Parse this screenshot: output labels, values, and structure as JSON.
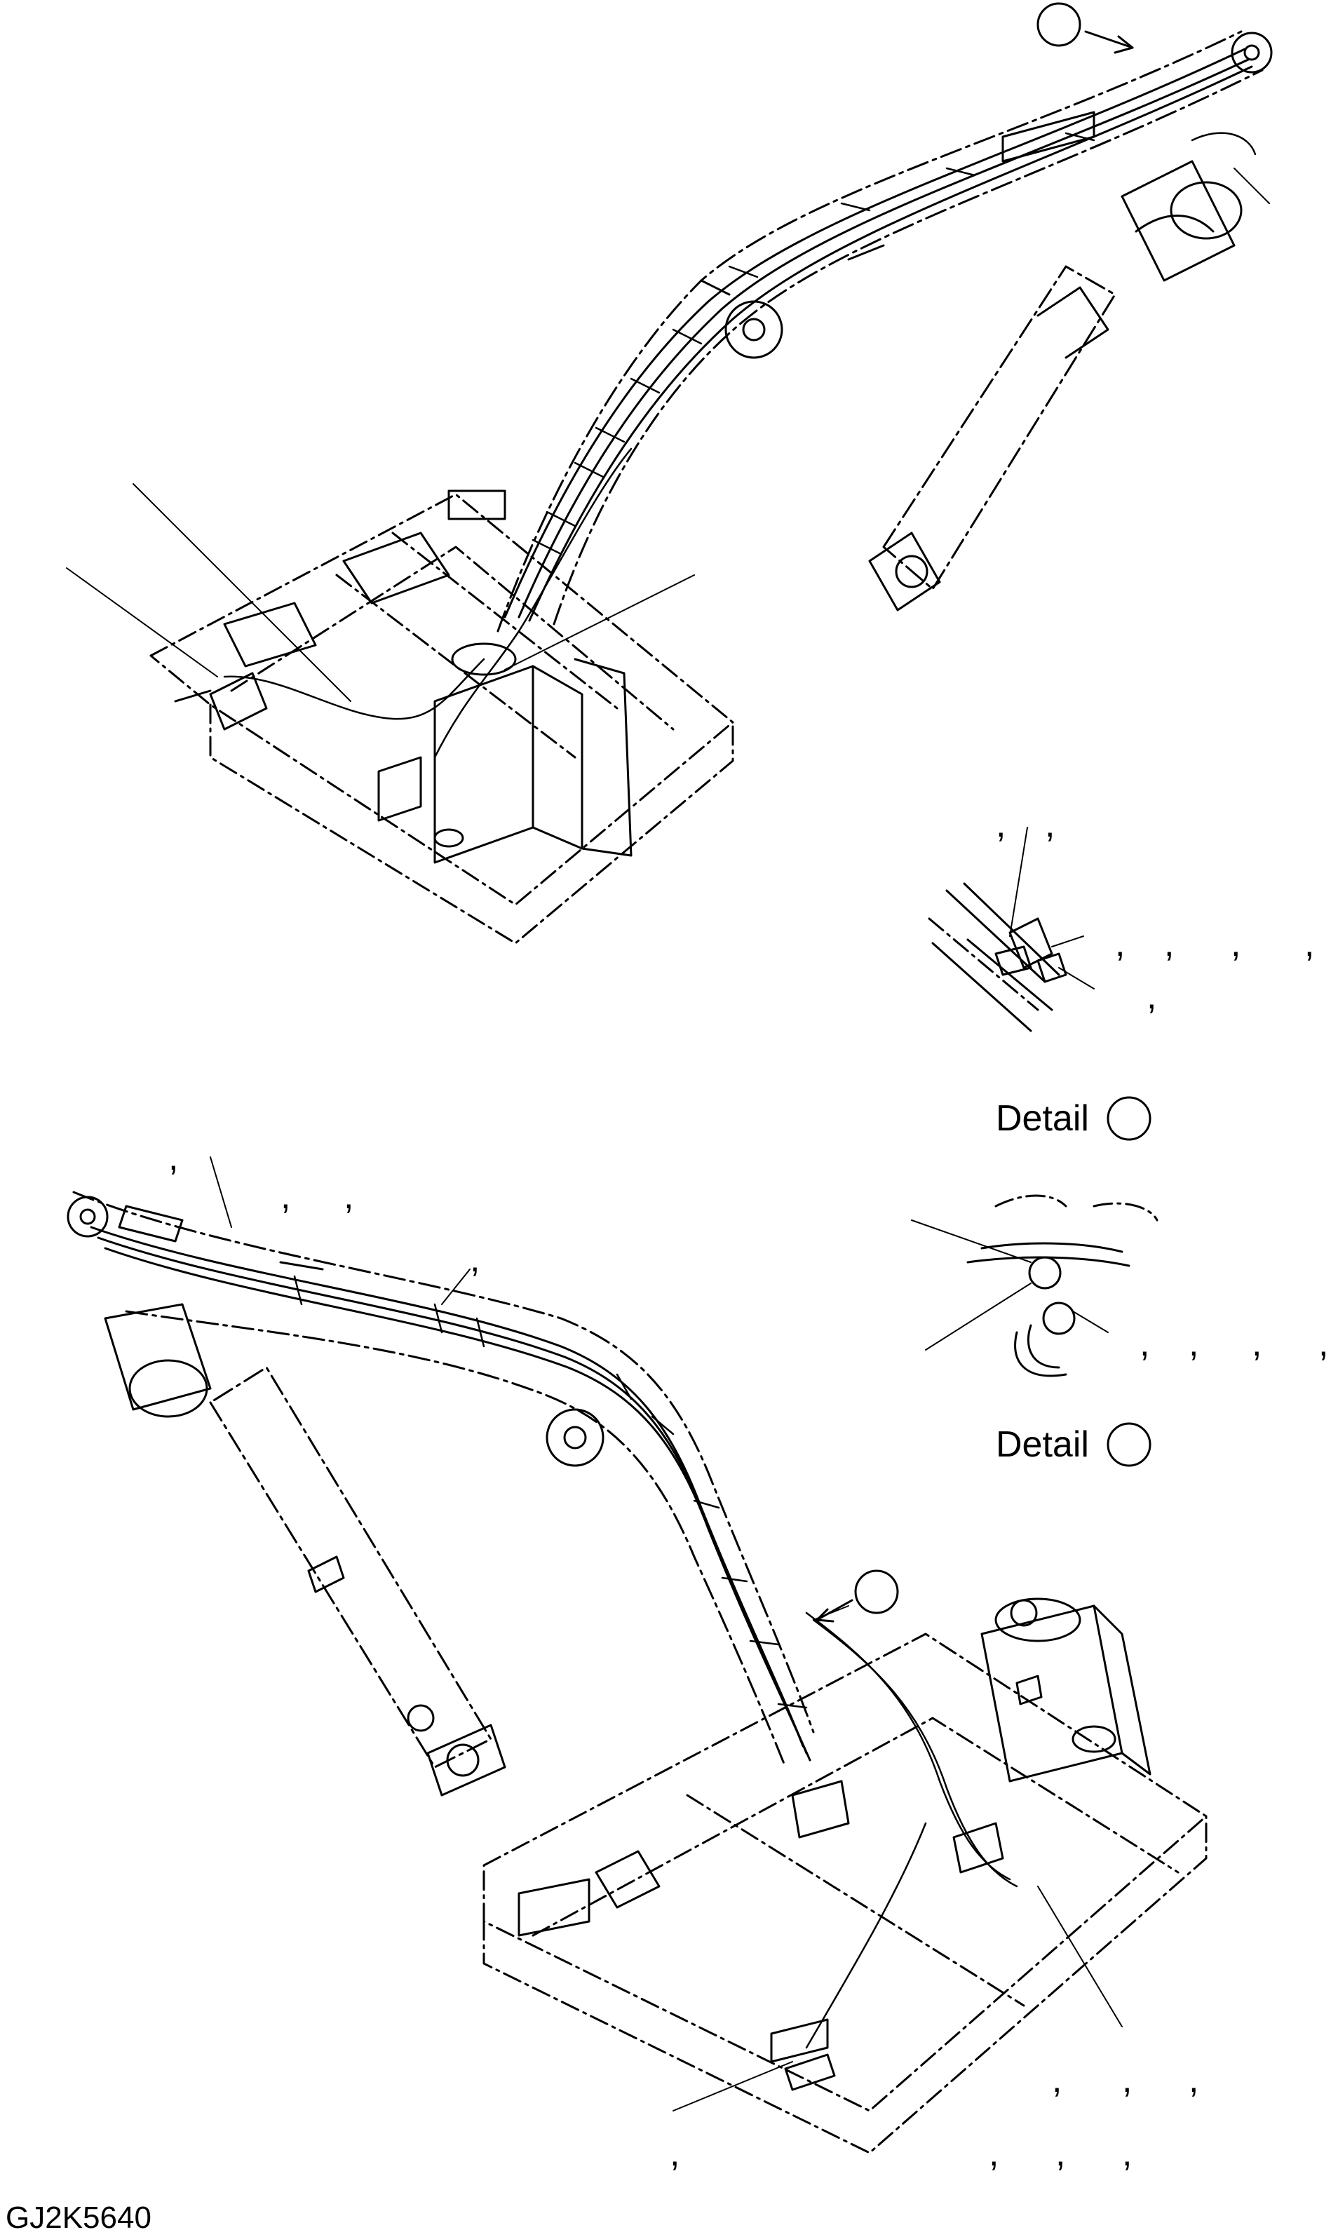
{
  "diagram": {
    "detail_a_label": "Detail",
    "detail_b_label": "Detail",
    "drawing_code": "GJ2K5640",
    "comma_glyph": ","
  }
}
